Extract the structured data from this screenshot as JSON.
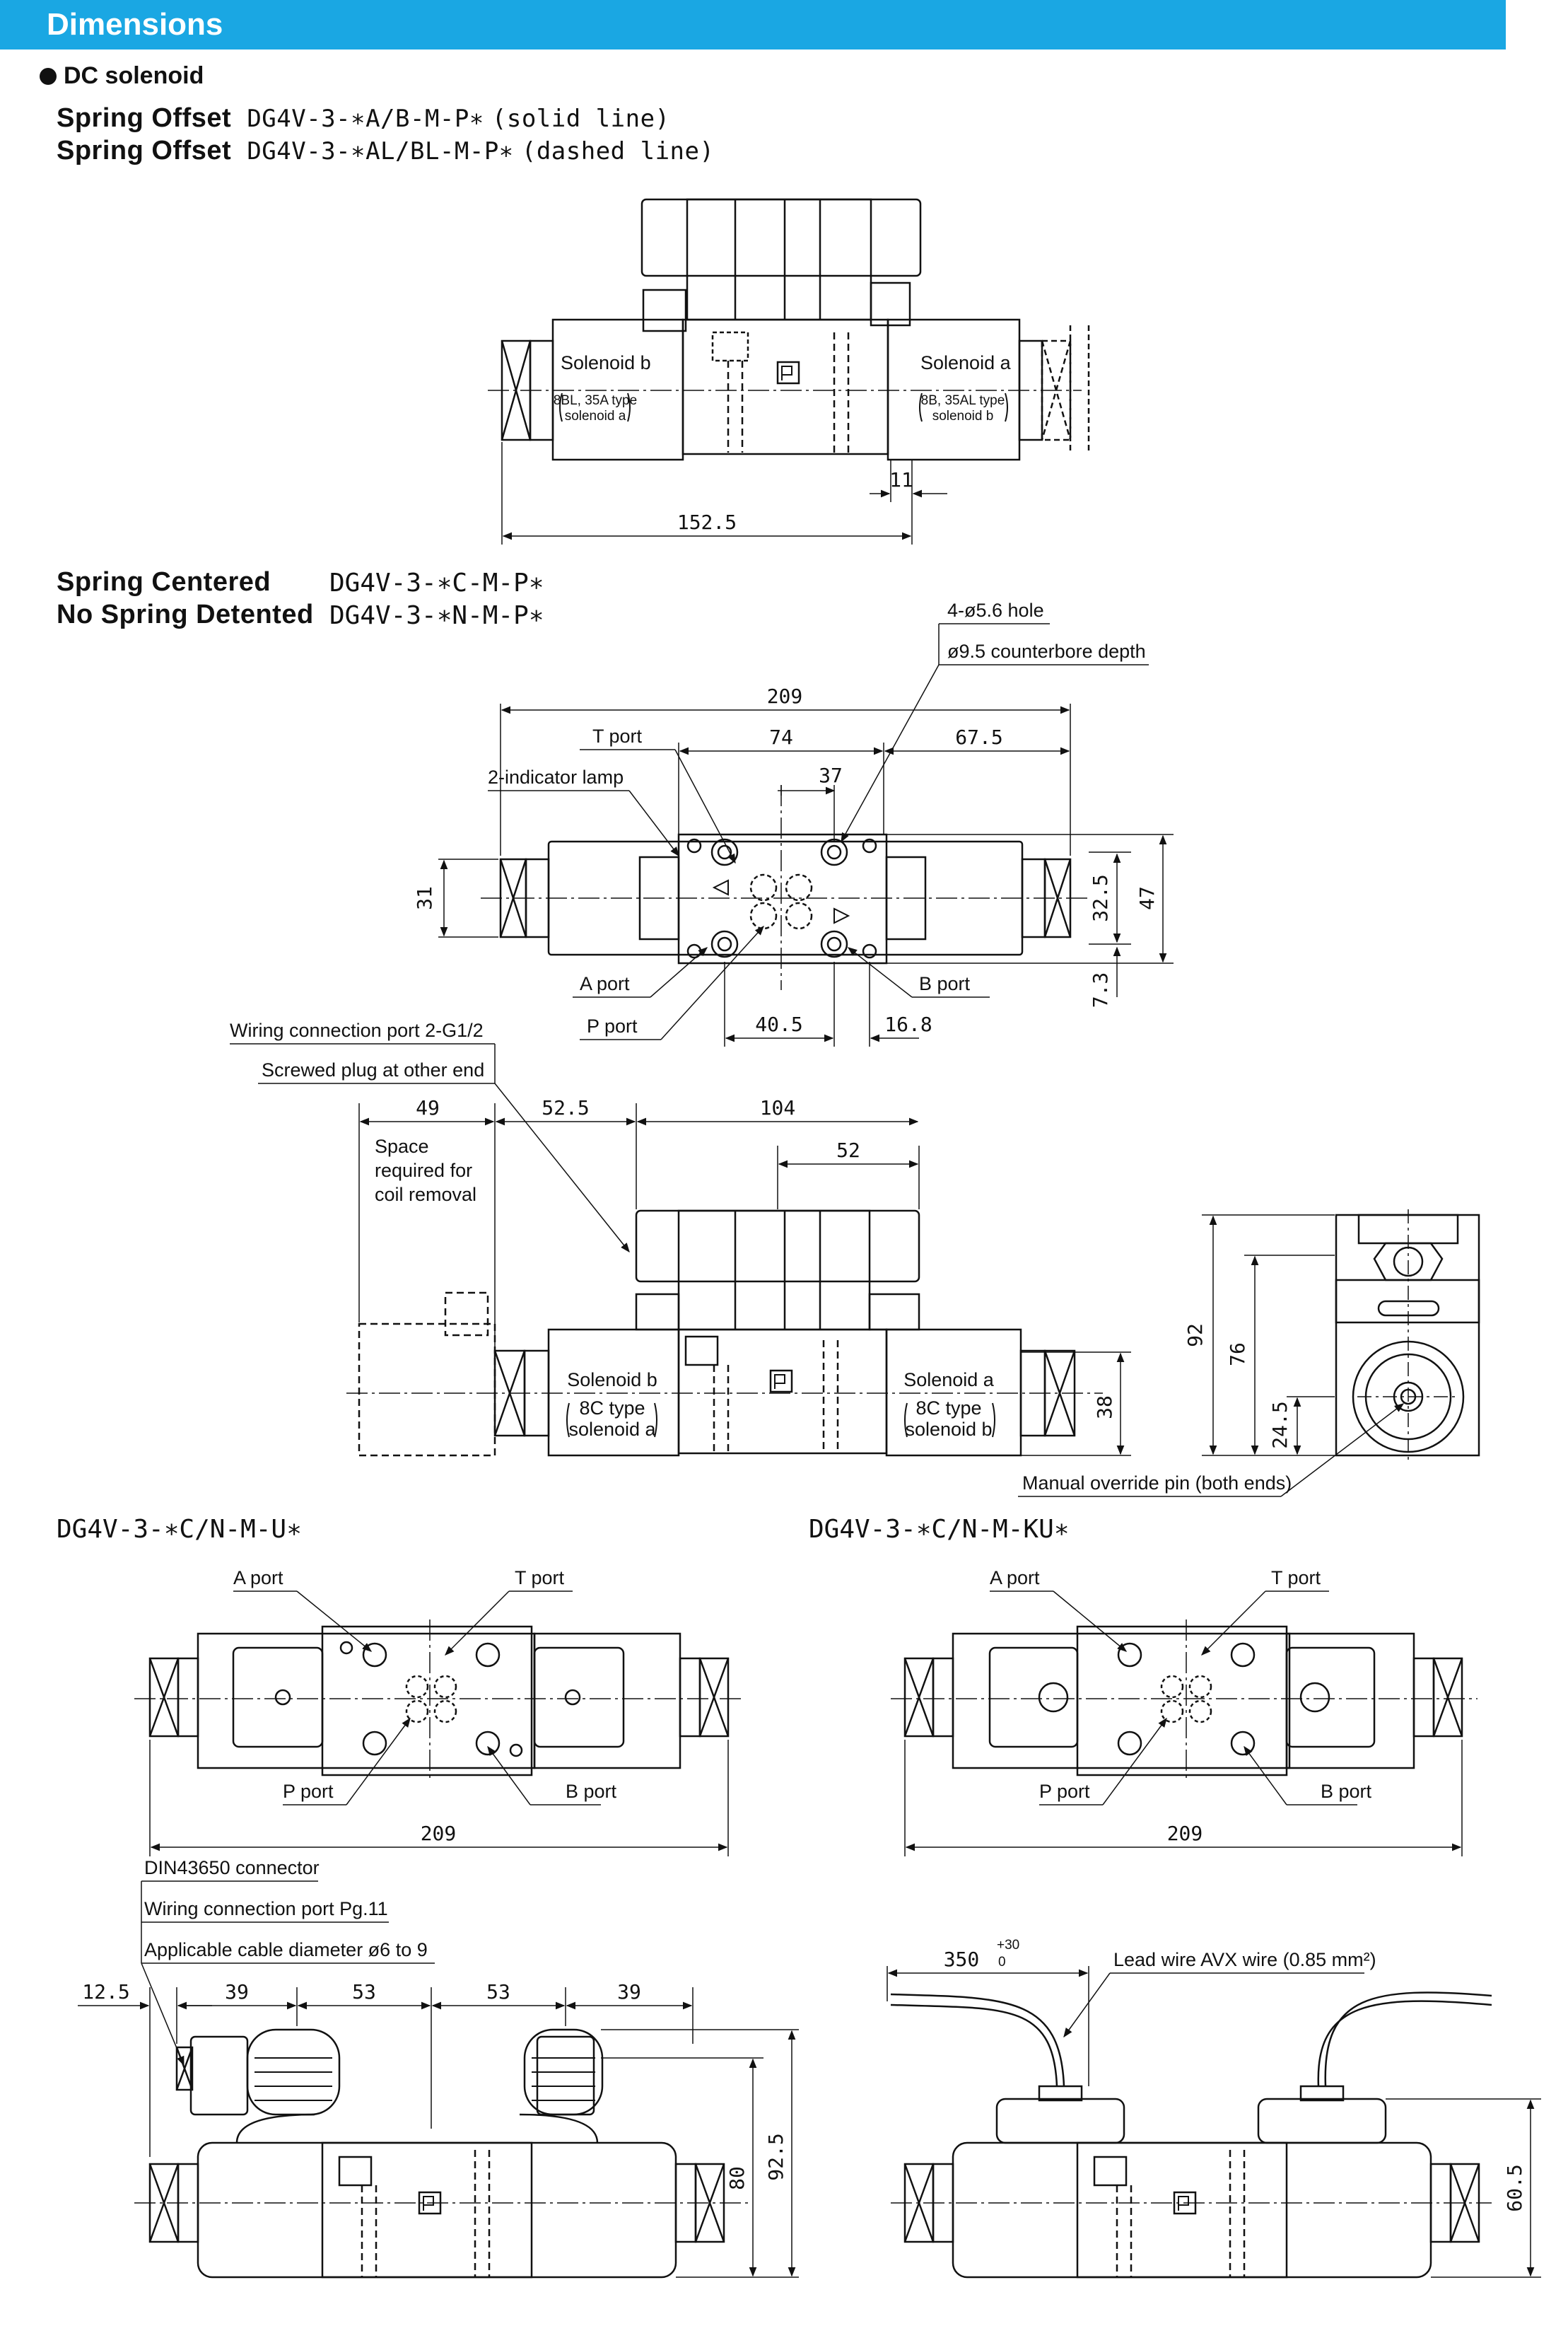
{
  "header": {
    "title": "Dimensions"
  },
  "section": {
    "bullet": "DC solenoid"
  },
  "spring_offset": {
    "line1_label": "Spring Offset",
    "line1_model": "DG4V-3-∗A/B-M-P∗",
    "line1_note": "(solid line)",
    "line2_label": "Spring Offset",
    "line2_model": "DG4V-3-∗AL/BL-M-P∗",
    "line2_note": "(dashed line)",
    "solenoid_b": "Solenoid b",
    "solenoid_b_note1": "8BL, 35A type",
    "solenoid_b_note2": "solenoid a",
    "solenoid_a": "Solenoid a",
    "solenoid_a_note1": "8B, 35AL type",
    "solenoid_a_note2": "solenoid b",
    "dim_11": "11",
    "dim_152_5": "152.5"
  },
  "spring_centered": {
    "line1_label": "Spring Centered",
    "line1_model": "DG4V-3-∗C-M-P∗",
    "line2_label": "No Spring Detented",
    "line2_model": "DG4V-3-∗N-M-P∗",
    "hole": "4-ø5.6 hole",
    "counterbore": "ø9.5 counterbore depth",
    "t_port": "T port",
    "a_port": "A port",
    "b_port": "B port",
    "p_port": "P port",
    "indicator": "2-indicator lamp",
    "dim_209": "209",
    "dim_74": "74",
    "dim_67_5": "67.5",
    "dim_37": "37",
    "dim_31": "31",
    "dim_32_5": "32.5",
    "dim_47": "47",
    "dim_7_3": "7.3",
    "dim_40_5": "40.5",
    "dim_16_8": "16.8"
  },
  "side_view": {
    "wiring_port": "Wiring connection port 2-G1/2",
    "screwed_plug": "Screwed plug at other end",
    "dim_49": "49",
    "dim_52_5": "52.5",
    "dim_104": "104",
    "dim_52": "52",
    "space1": "Space",
    "space2": "required for",
    "space3": "coil removal",
    "solenoid_b": "Solenoid b",
    "solenoid_b_note1": "8C type",
    "solenoid_b_note2": "solenoid a",
    "solenoid_a": "Solenoid a",
    "solenoid_a_note1": "8C type",
    "solenoid_a_note2": "solenoid b",
    "dim_38": "38",
    "dim_92": "92",
    "dim_76": "76",
    "dim_24_5": "24.5",
    "manual_override": "Manual override pin (both ends)"
  },
  "u_model": {
    "title": "DG4V-3-∗C/N-M-U∗",
    "a_port": "A port",
    "t_port": "T port",
    "p_port": "P port",
    "b_port": "B port",
    "dim_209": "209",
    "din": "DIN43650 connector",
    "wiring": "Wiring connection port  Pg.11",
    "cable": "Applicable cable diameter  ø6 to 9",
    "dim_12_5": "12.5",
    "dim_39a": "39",
    "dim_53a": "53",
    "dim_53b": "53",
    "dim_39b": "39",
    "dim_80": "80",
    "dim_92_5": "92.5"
  },
  "ku_model": {
    "title": "DG4V-3-∗C/N-M-KU∗",
    "a_port": "A port",
    "t_port": "T port",
    "p_port": "P port",
    "b_port": "B port",
    "dim_209": "209",
    "dim_350": "350",
    "tol_up": "+30",
    "tol_down": "0",
    "lead_wire": "Lead wire AVX wire (0.85 mm²)",
    "dim_60_5": "60.5"
  }
}
